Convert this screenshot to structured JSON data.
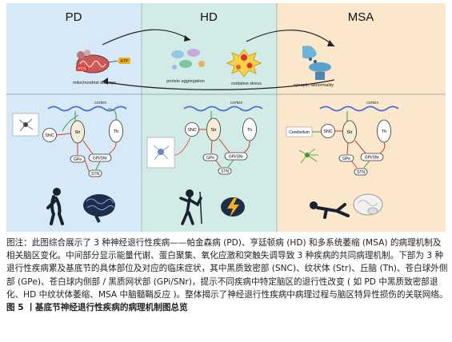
{
  "panels": [
    {
      "title": "PD",
      "bg": "#d7e8f6"
    },
    {
      "title": "HD",
      "bg": "#d3ebe6"
    },
    {
      "title": "MSA",
      "bg": "#fbe7cc"
    }
  ],
  "mechanisms": {
    "mito": "mitochondrial damage",
    "ros": "ROS",
    "atp": "ATP",
    "protein": "protein aggregation",
    "oxidative": "oxidative stress",
    "synaptic": "synaptic abnormality"
  },
  "circuit": {
    "cortex": "cortex",
    "snc": "SNC",
    "str": "Str",
    "th": "Th",
    "gpe": "GPe",
    "gpi": "GPi/SNr",
    "stn": "STN"
  },
  "msa_extra": "Cerebellum",
  "colors": {
    "excite": "#3a9a3a",
    "inhibit": "#d33a2a",
    "cortex": "#4d6fd0",
    "gold": "#e8a21b"
  },
  "caption": {
    "body": "图注：此图综合展示了 3 种神经退行性疾病——帕金森病 (PD)、亨廷顿病 (HD) 和多系统萎缩 (MSA) 的病理机制及相关脑区变化。中间部分显示能量代谢、蛋白聚集、氧化应激和突触失调导致 3 种疾病的共同病理机制。下部为 3 种退行性疾病累及基底节的具体部位及对应的临床症状，其中黑质致密部 (SNC)、纹状体 (Str)、丘脑 (Th)、苍白球外侧部 (GPe)、苍白球内侧部 / 黑质网状部 (GPi/SNr)，提示不同疾病中特定脑区的退行性改变 ( 如 PD 中黑质致密部退化、HD 中纹状体萎缩、MSA 中脑髓鞘反应 )。整体揭示了神经退行性疾病中病理过程与脑区特异性损伤的关联网络。",
    "fig_title": "图 5 丨基底节神经退行性疾病的病理机制图总览"
  }
}
